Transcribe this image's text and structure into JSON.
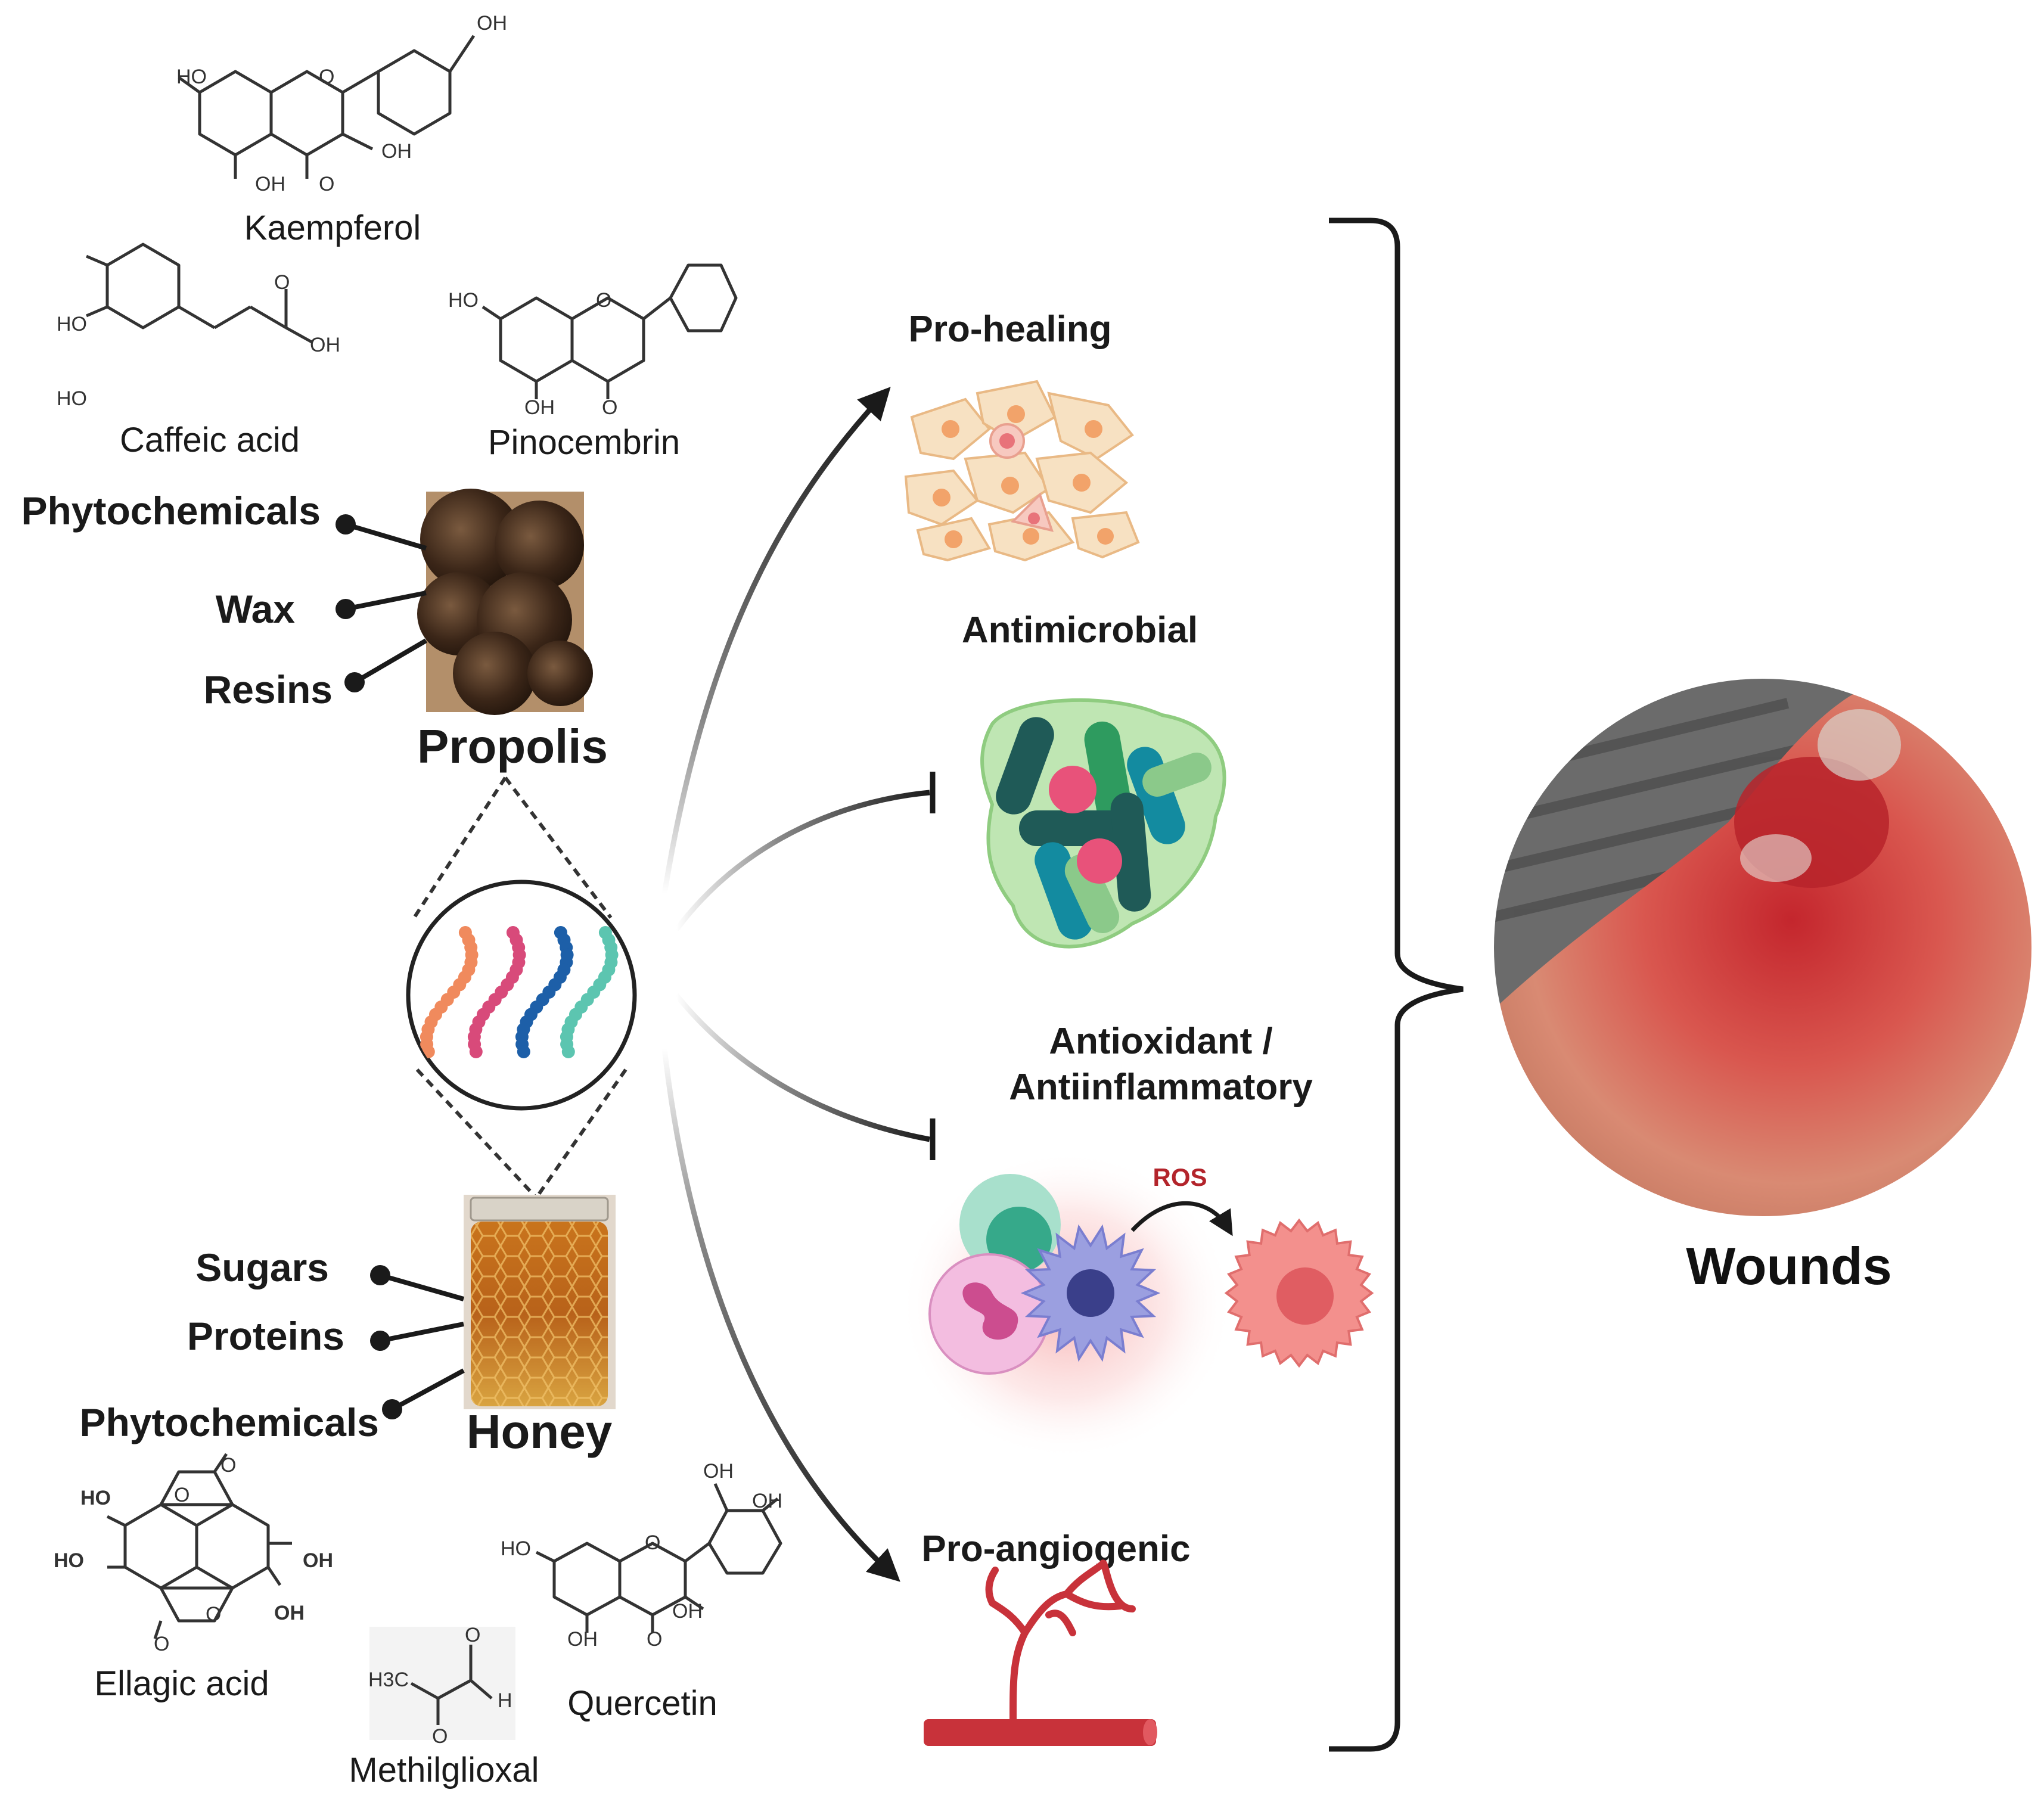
{
  "molecules": {
    "kaempferol": "Kaempferol",
    "caffeic_acid": "Caffeic acid",
    "pinocembrin": "Pinocembrin",
    "ellagic_acid": "Ellagic acid",
    "methilglioxal": "Methilglioxal",
    "quercetin": "Quercetin"
  },
  "atoms": {
    "ho": "HO",
    "oh": "OH",
    "o": "O",
    "h": "H",
    "h3c": "H3C"
  },
  "propolis": {
    "label": "Propolis",
    "components": [
      "Phytochemicals",
      "Wax",
      "Resins"
    ]
  },
  "honey": {
    "label": "Honey",
    "components": [
      "Sugars",
      "Proteins",
      "Phytochemicals"
    ]
  },
  "effects": {
    "pro_healing": "Pro-healing",
    "antimicrobial": "Antimicrobial",
    "antioxidant_line1": "Antioxidant /",
    "antioxidant_line2": "Antiinflammatory",
    "ros": "ROS",
    "pro_angiogenic": "Pro-angiogenic"
  },
  "target": {
    "label": "Wounds"
  },
  "colors": {
    "cells_fill": "#f7e1c2",
    "cells_nucleus": "#f2a36a",
    "bacteria_body": "#bfe6b3",
    "bacteria_dark": "#1f5a57",
    "bacteria_teal": "#138ba0",
    "bacteria_green": "#2e9b5f",
    "cocci": "#e8527a",
    "ros_red": "#b3242b",
    "vessel_red": "#c8323a",
    "strand_orange": "#f08a5d",
    "strand_pink": "#d84a7a",
    "strand_blue": "#1d5fa8",
    "strand_teal": "#5cc5b0"
  }
}
